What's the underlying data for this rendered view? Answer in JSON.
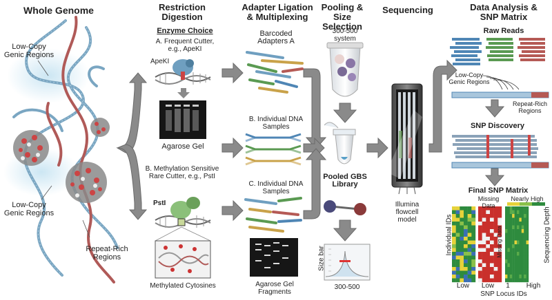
{
  "headers": {
    "genome": "Whole Genome",
    "digestion": "Restriction Digestion",
    "ligation": "Adapter Ligation & Multiplexing",
    "pooling": "Pooling & Size Selection",
    "sequencing": "Sequencing",
    "analysis": "Data Analysis & SNP Matrix"
  },
  "genome": {
    "low_copy_top": "Low-Copy Genic Regions",
    "low_copy_bottom": "Low-Copy Genic Regions",
    "repeat_rich": "Repeat-Rich Regions"
  },
  "digestion": {
    "enzyme_choice": "Enzyme Choice",
    "frequent_cutter": "A. Frequent Cutter, e.g., ApeKI",
    "apeki": "ApeKI",
    "agarose_gel": "Agarose Gel",
    "methylation": "B. Methylation Sensitive Rare Cutter, e.g., PstI",
    "psti": "PstI",
    "methylated": "Methylated Cytosines"
  },
  "ligation": {
    "barcoded": "Barcoded Adapters A",
    "individual_b": "B. Individual DNA Samples",
    "individual_c": "C. Individual DNA Samples",
    "gel_fragments": "Agarose Gel Fragments"
  },
  "pooling": {
    "system": "300-500 system",
    "library": "Pooled GBS Library",
    "size_bar": "Size bar",
    "range": "300-500"
  },
  "sequencing": {
    "flowcell": "Illumina flowcell model"
  },
  "analysis": {
    "raw_reads": "Raw Reads",
    "low_copy": "Low-Copy Genic Regions",
    "repeat_rich": "Repeat-Rich Regions",
    "snp_discovery": "SNP Discovery",
    "final_matrix": "Final SNP Matrix",
    "missing_data": "Missing Data",
    "missing_data_side": "Missing Data",
    "nearly_high": "Nearly High",
    "individual_ids": "Individual IDs",
    "sequencing_depth": "Sequencing Depth",
    "low1": "Low",
    "low2": "Low",
    "one": "1",
    "high": "High",
    "locus_ids": "SNP Locus IDs"
  },
  "colors": {
    "dna_blue": "#7aa6c2",
    "dna_red": "#b05a58",
    "arrow_gray": "#8a8a8a",
    "read_blue": "#4f86b5",
    "read_green": "#5a9a52",
    "read_red": "#b55a55",
    "matrix_green": "#2e8b3e",
    "matrix_red": "#c9302c",
    "matrix_yellow": "#e6d23a",
    "matrix_blue": "#3a6fb5"
  }
}
